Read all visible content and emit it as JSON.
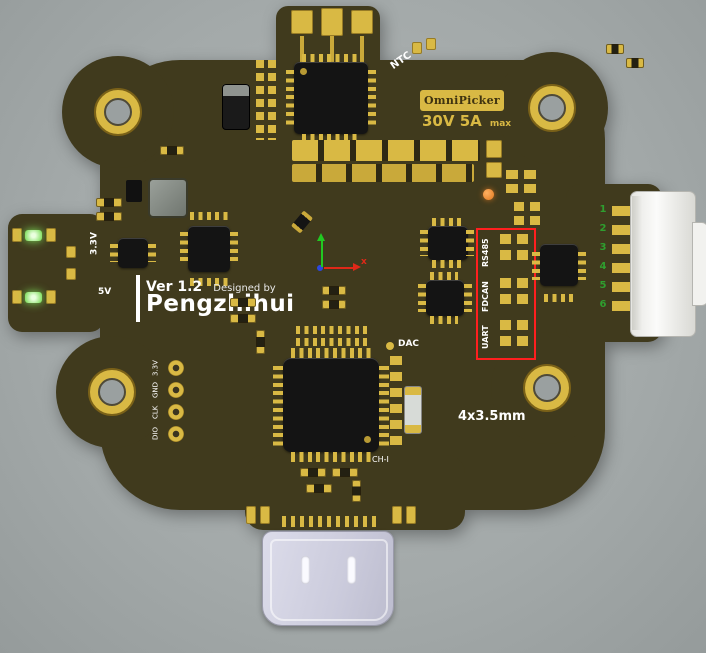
{
  "colors": {
    "background": "#a9aeae",
    "board": "#403a1d",
    "pad_gold": "#d9b944",
    "silkscreen": "#ffffff",
    "highlight_box": "#ff1f1f",
    "pin_numbers": "#2f9e2f",
    "brand_text": "#3f3310",
    "status_led": "#7de05a",
    "fiducial_orange": "#e07820"
  },
  "silkscreen": {
    "ntc": "NTC",
    "brand": "OmniPicker",
    "rating": "30V 5A",
    "rating_suffix": "max",
    "rail_3v3": "3.3V",
    "rail_5v": "5V",
    "version": "Ver 1.2",
    "designed_by": "Designed by",
    "designer": "Pengzhihui",
    "dac": "DAC",
    "ch1": "CH-I",
    "mount_note": "4x3.5mm",
    "axis_x": "x"
  },
  "interface_box": {
    "labels": [
      "RS485",
      "FDCAN",
      "UART"
    ]
  },
  "right_connector": {
    "pin_numbers": [
      "1",
      "2",
      "3",
      "4",
      "5",
      "6"
    ]
  },
  "debug_header": {
    "labels": [
      "3.3V",
      "GND",
      "CLK",
      "DIO"
    ]
  }
}
